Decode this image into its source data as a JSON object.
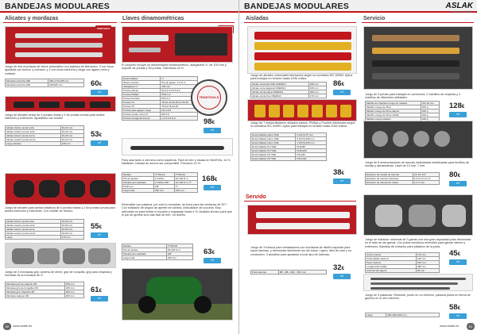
{
  "left_page": {
    "heading": "BANDEJAS MODULARES",
    "page_number": "60",
    "footer_url": "www.aslak.es",
    "sections": {
      "alicates": {
        "title": "Alicates y mordazas",
        "items": [
          {
            "caption": "Juego de dos mordazas de cierre automático con palanca de liberación. 3 con boca ajustable por tuerca, y cortador, y 2 con boca estrecha y larga con agarre recto y cortador.",
            "rows": [
              [
                "Mordaza estrecha L88",
                "180+170+205 mm"
              ],
              [
                "Mordaza estrecha L88",
                "220/185 mm"
              ]
            ],
            "price": "60",
            "price_tag": "ref"
          },
          {
            "caption": "Juego de alicates circlip de 4 puntas rectas y 2 de puntas curvas para anillos interiores y exteriores. Ajustables con muelle.",
            "rows": [
              [
                "Alicate interior punta recta",
                "19-22 mm"
              ],
              [
                "Alicate exterior punta recta",
                "19-22 mm"
              ],
              [
                "Alicate interior punta curva",
                "19-22 mm"
              ],
              [
                "Alicate exterior punta curva",
                "19-22 mm"
              ],
              [
                "Largo alicates",
                "128 mm"
              ]
            ],
            "price": "53",
            "price_tag": "ref"
          },
          {
            "caption": "Juego de alicates para anillos elásticos de 6 puntas rectas y 2 de puntas curvas para anillos interiores y exteriores. Con muelle de retorno.",
            "rows": [
              [
                "Alicate interior punta recta",
                "19-60 mm"
              ],
              [
                "Alicate exterior punta recta",
                "19-60 mm"
              ],
              [
                "Alicate interior punta curva",
                "19-60 mm"
              ],
              [
                "Alicate exterior punta curva",
                "19-60 mm"
              ],
              [
                "Largo",
                "175 mm"
              ]
            ],
            "price": "55",
            "price_tag": "ref"
          },
          {
            "caption": "Juego de 4 mordazas grip: cadena de cierre, grip de horquilla, grip para chapista y mordaza de la mordaza de 4\".",
            "rows": [
              [
                "Mordaza grip de cadena L50",
                "255 mm"
              ],
              [
                "Mordaza grip de horquilla L50",
                "235 mm"
              ],
              [
                "Mordaza grip chapista L50",
                "205 mm"
              ],
              [
                "Mordaza cadena L50",
                "205 mm"
              ]
            ],
            "price": "61",
            "price_tag": "ref"
          }
        ]
      },
      "llaves": {
        "title": "Llaves dinamométricas",
        "badge": "ARTILLERÍA TOOLS",
        "items": [
          {
            "caption": "El conjunto incluye un destornillador dinamométrico, alargadera ¼\" de 100 mm y soporte de puntas y 36 puntas. Tolerancia ±6 %.",
            "rows": [
              [
                "Destornillador",
                "¼\""
              ],
              [
                "dinamométrico",
                "Par de ajuste: 1-5 N·m"
              ],
              [
                "Alargadera ¼\"",
                "100 mm"
              ],
              [
                "Puntas planas",
                "SL3.0-4.0-5.5-6.5"
              ],
              [
                "Puntas Phillips",
                "PH0-1-2"
              ],
              [
                "Puntas Pozidriv",
                "PZ0-1-2"
              ],
              [
                "Puntas TX",
                "T8-10-15-20-25-27-30-40"
              ],
              [
                "Puntas TP",
                "T8-10-15-20-25"
              ],
              [
                "Puntas para agujero ciego",
                "H3-4-5-6"
              ],
              [
                "Puntas tornillo mirror M",
                "M4-5-6"
              ],
              [
                "Puntas hexagonal interior",
                "2-2.5-3-4-5-6"
              ]
            ],
            "seal": "TENGTOOLS",
            "price": "98",
            "price_tag": "ref"
          },
          {
            "caption": "Para usar tanto a derecha como izquierda. Fácil de leer y escala en Nm/ft·lbs, ±4 % fiabilidad. Calidad de aceros ser componible. Precisión ±4 %.",
            "rows": [
              [
                "Modelo",
                "TTXE-2A",
                "TTXE-2A"
              ],
              [
                "Par de apriete",
                "2-13/Nm",
                "10-100 N·m"
              ],
              [
                "Tamaño del cuadrado",
                "2-13/Nm 3/8\"",
                "10-100 N·m ½\""
              ],
              [
                "Perfil mm",
                "2/8\"",
                "½\""
              ],
              [
                "Largo total",
                "290 mm",
                "410 mm"
              ]
            ],
            "price": "168",
            "price_tag": "ref"
          },
          {
            "caption": "Reversible con palanca, por solo lo necesitas, de boca para las ventanas de 90 º. Con indicador de ángulo de apriete de cabeza. Articulación de la punta. Muy articulado es para limitar el escalón y engranaje hasta 4 %. Avalado técnico para que el par de apriete sea más fácil de leer. Un diseño.",
            "rows": [
              [
                "Modelo",
                "TT3/8-36"
              ],
              [
                "Par de apriete",
                "36-330 N·m"
              ],
              [
                "Tamaño del cuadrado",
                "3/8\""
              ],
              [
                "Largo total",
                "405 mm"
              ]
            ],
            "price": "63",
            "price_tag": "ref"
          }
        ]
      }
    }
  },
  "right_page": {
    "heading": "BANDEJAS MODULARES",
    "brand": "ASLAK",
    "brand_sub": "professional tools",
    "page_number": "61",
    "footer_url": "www.aslak.es",
    "sections": {
      "aisladas": {
        "title": "Aisladas",
        "items": [
          {
            "caption": "Juego de alicates universales fabricados según la normativa IEC 60900. Aptos para trabajos en tensión hasta 1000 voltios.",
            "rows": [
              [
                "Alicate universal VDE VDE0613",
                "180 mm"
              ],
              [
                "Alicate corte diagonal VDE0613",
                "160 mm"
              ],
              [
                "Alicate punta plana VDE0613",
                "200 mm"
              ],
              [
                "Alicate punta fina VDE0613",
                "170 mm"
              ]
            ],
            "price": "86",
            "price_tag": "ref"
          },
          {
            "caption": "Juego de 7 destornilladores aislados planos, Phillips y Pozidriv fabricados según la normativa IEC 60900. Aptos para trabajos en tensión hasta 1000 voltios.",
            "rows": [
              [
                "Destornillador plano VDE",
                "0.4x2.5x75 mm"
              ],
              [
                "Destornillador plano VDE",
                "0.6x3.5x100 mm"
              ],
              [
                "Destornillador plano VDE",
                "1.0x5.5x125 mm"
              ],
              [
                "Destornillador PH VDE",
                "PH1x80"
              ],
              [
                "Destornillador PH VDE",
                "PH2x100"
              ],
              [
                "Destornillador PZ VDE",
                "PZ1x80"
              ],
              [
                "Destornillador PZ VDE",
                "PZ2x100"
              ]
            ],
            "price": "38",
            "price_tag": "ref"
          }
        ]
      },
      "servido": {
        "title": "Servido",
        "items": [
          {
            "caption": "Juego de 3 frascos para rematadores con mordazas de diseño especial para sacar lamínas, y desmontar fácilmente los del tubos. Ligero, fácil de usar y no conductivo. 3 tamaños para ajustarse a todo tipo de tuberías.",
            "rows": [
              [
                "Para tuberías",
                "Ø6 - Ø8 - Ø10 - Ø12 mm"
              ]
            ],
            "price": "32",
            "price_tag": "ref"
          }
        ]
      },
      "servicio": {
        "title": "Servicio",
        "items": [
          {
            "caption": "Juego de 5 piezas para trabajos en carrocería: 2 martillos de chapista y 3 martillos de diferentes utilidades.",
            "rows": [
              [
                "Martillo de chapista mango de madera",
                "33x 36 mm"
              ],
              [
                "Martillo mango de fibra",
                "300 g"
              ],
              [
                "Martillo mango de fibra cabeza",
                "200 g"
              ],
              [
                "Martillo mango de fibra martillo",
                "200 g"
              ],
              [
                "Martillo mango plástico",
                "225 g"
              ]
            ],
            "price": "128",
            "price_tag": "ref"
          },
          {
            "caption": "Juego de 8 desmontadores de tuercas embridadas sintetizadas para tornillos de ruedas y abrazaderas. Llave de 13 mm, 7 mm.",
            "rows": [
              [
                "Extractor de ruedas de tuercas",
                "1/2 1/2 1/2\""
              ],
              [
                "Extractor de tuercas redondas",
                "3-6-9-1.2 mm 2\""
              ],
              [
                "Extractor de tuercas de rueda",
                "1-2 ½ mm"
              ]
            ],
            "price": "80",
            "price_tag": "ref"
          },
          {
            "caption": "Juego de extractor universal de 3 garras con una gran capacidad para desmontar en el lado de las garras. Con polea mecánica reversible para garras interior y exteriores. Bandeja de extractor para plásticos de la junta.",
            "rows": [
              [
                "Ancho interior",
                "175 mm"
              ],
              [
                "Profundidad máxima",
                "150 mm"
              ],
              [
                "Peso máximo",
                "150 mm"
              ],
              [
                "Longitud del husillo",
                "280 mm"
              ],
              [
                "Anchura del agarre",
                "28 mm"
              ]
            ],
            "price": "45",
            "price_tag": "ref"
          },
          {
            "caption": "Juego de 3 palancas. Redondo, punto en un extremo, palanca plana en forma de gancho en el otro extremo.",
            "rows": [
              [
                "Largo",
                "300+450+600 mm"
              ]
            ],
            "price": "58",
            "price_tag": "ref"
          }
        ]
      }
    }
  },
  "colors": {
    "accent": "#c3161c",
    "tag": "#3aa0d8",
    "tray": "#b81c22"
  }
}
